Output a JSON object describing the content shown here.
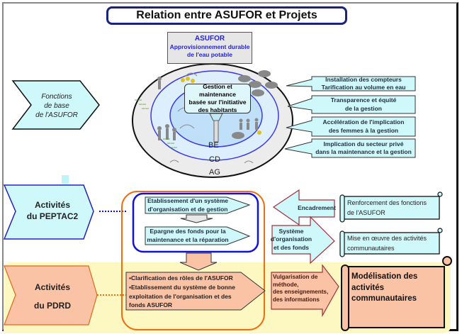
{
  "title": "Relation entre ASUFOR et Projets",
  "asufor": {
    "heading": "ASUFOR",
    "line1": "Approvisionnement durable",
    "line2": "de l'eau potable"
  },
  "center_box": {
    "line1": "Gestion et maintenance",
    "line2": "basée sur l'initiative",
    "line3": "des habitants"
  },
  "rings": {
    "inner": "BE",
    "middle": "CD",
    "outer": "AG"
  },
  "left_chevrons": [
    {
      "line1": "Fonctions",
      "line2": "de base",
      "line3": "de l'ASUFOR",
      "color": "#cff8fb"
    },
    {
      "line1": "Activités",
      "line2": "du PEPTAC2",
      "color": "#cff8fb"
    },
    {
      "line1": "Activités",
      "line2": "du PDRD",
      "color": "#fbc3a6"
    }
  ],
  "callouts": [
    {
      "line1": "Installation des compteurs",
      "line2": "Tarification au volume en eau"
    },
    {
      "line1": "Transparence et équité",
      "line2": "de la gestion"
    },
    {
      "line1": "Accélération de l'implication",
      "line2": "des femmes à la gestion"
    },
    {
      "line1": "Implication du secteur privé",
      "line2": "dans la maintenance et la gestion"
    }
  ],
  "peptac_steps": [
    {
      "line1": "Etablissement d'un système",
      "line2": "d'organisation et de gestion"
    },
    {
      "line1": "Epargne des fonds pour la",
      "line2": "maintenance et la réparation"
    }
  ],
  "pdrd_box": {
    "bullet1": "▪Clarification des rôles de l'ASUFOR",
    "bullet2": "▪Etablissement du système de bonne",
    "bullet2b": "exploitation de l'organisation et des",
    "bullet2c": "fonds ASUFOR"
  },
  "arrows": {
    "encadrement": "Encadrement",
    "systeme": {
      "line1": "Système",
      "line2": "d'organisation",
      "line3": "et des fonds"
    },
    "vulgarisation": {
      "line1": "Vulgarisation de",
      "line2": "méthode,",
      "line3": "des enseignements,",
      "line4": "des informations"
    }
  },
  "scrolls": [
    {
      "line1": "Renforcement des fonctions",
      "line2": "de l'ASUFOR"
    },
    {
      "line1": "Mise en œuvre des activités",
      "line2": "communautaires"
    },
    {
      "line1": "Modélisation des",
      "line2": "activités communautaires"
    }
  ],
  "colors": {
    "cyan_fill": "#cff8fb",
    "salmon_fill": "#fbc3a6",
    "title_border": "#1a237e",
    "orange": "#f26c0d",
    "blue": "#1010e0",
    "yellow_band": "#fdf8c2"
  }
}
